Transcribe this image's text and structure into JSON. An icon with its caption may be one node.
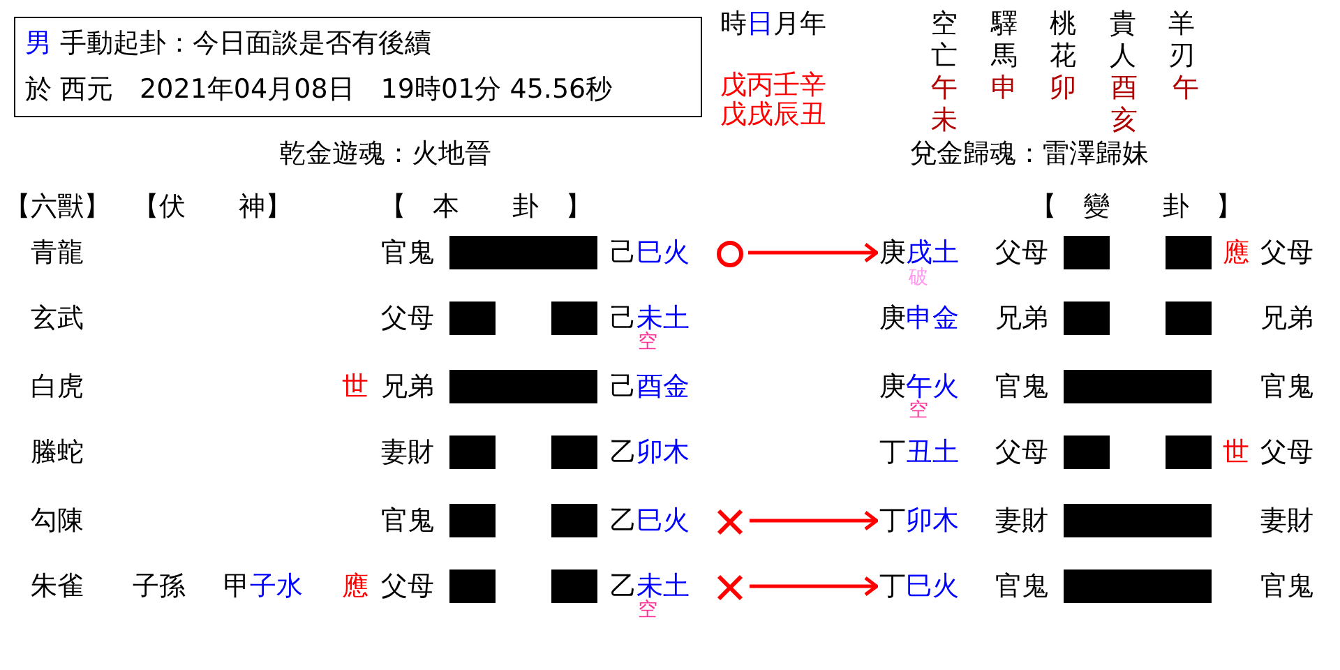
{
  "diagram": {
    "nodes": [
      {
        "text": [
          "男 手動起卦：今日面談是否有後續",
          "於 西元　2021年04月08日　19時01分 45.56秒"
        ]
      },
      {
        "text": [],
        "shape": "circle"
      },
      {
        "text": [
          "庚戌土"
        ],
        "beside": [
          "破"
        ]
      },
      {
        "text": [],
        "shape": "cross"
      },
      {
        "text": [
          "丁卯木"
        ]
      },
      {
        "text": [],
        "shape": "cross"
      },
      {
        "text": [
          "丁巳火"
        ]
      }
    ],
    "edges": [
      {
        "from": 1,
        "to": 2,
        "arrow": "to"
      },
      {
        "from": 3,
        "to": 4,
        "arrow": "to"
      },
      {
        "from": 5,
        "to": 6,
        "arrow": "to"
      }
    ],
    "labels": [
      "時日月年",
      "空亡",
      "驛馬",
      "桃花",
      "貴人",
      "羊刃",
      "戊丙壬辛",
      "午未",
      "申",
      "卯",
      "酉亥",
      "午",
      "戊戌辰丑",
      "乾金遊魂：火地晉",
      "兌金歸魂：雷澤歸妹",
      "【六獸】",
      "【伏　　神】",
      "【　本　　卦　】",
      "【　變　　卦　】",
      "青龍",
      "官鬼",
      "己巳火",
      "父母",
      "應",
      "父母",
      "玄武",
      "父母",
      "己未土",
      "空",
      "庚申金",
      "兄弟",
      "兄弟",
      "白虎",
      "世",
      "兄弟",
      "己酉金",
      "庚午火",
      "空",
      "官鬼",
      "官鬼",
      "螣蛇",
      "妻財",
      "乙卯木",
      "丁丑土",
      "父母",
      "世",
      "父母",
      "勾陳",
      "官鬼",
      "乙巳火",
      "妻財",
      "妻財",
      "朱雀",
      "子孫",
      "甲子水",
      "應",
      "父母",
      "乙未土",
      "空",
      "官鬼",
      "官鬼"
    ]
  }
}
